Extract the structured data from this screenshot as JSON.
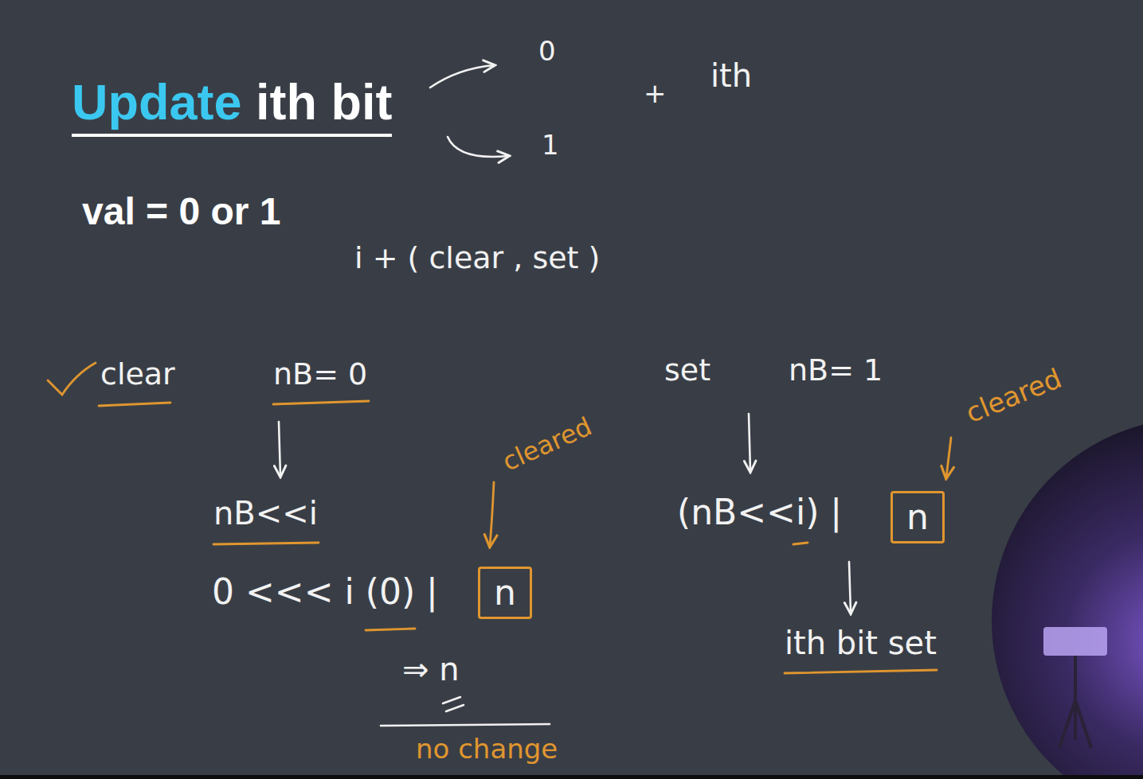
{
  "diagram": {
    "title": "Update ith bit",
    "nodes": [
      {
        "text": [
          "n"
        ]
      },
      {
        "text": [
          "n"
        ]
      }
    ],
    "labels": [
      "0",
      "+",
      "ith",
      "1",
      "val = 0 or 1",
      "i + ( clear , set )",
      "clear",
      "nB= 0",
      "set",
      "nB= 1",
      "cleared",
      "cleared",
      "nB<<i",
      "0 <<< i (0) |",
      "(nB<<i) |",
      "⇒ n",
      "no change",
      "ith bit set"
    ]
  }
}
